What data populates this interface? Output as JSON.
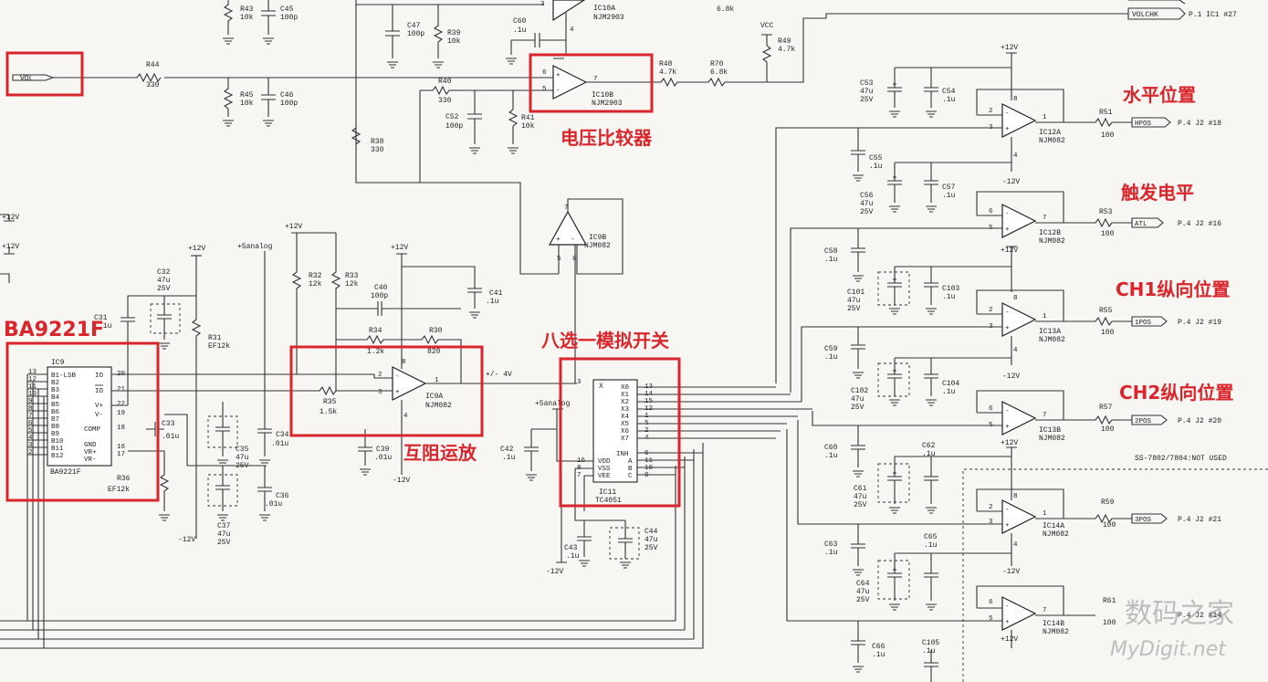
{
  "annotations": {
    "horizontal_position": "水平位置",
    "voltage_comparator": "电压比较器",
    "trigger_level": "触发电平",
    "ch1_vertical": "CH1纵向位置",
    "ch2_vertical": "CH2纵向位置",
    "dac_chip": "BA9221F",
    "transimpedance": "互阻运放",
    "mux": "八选一模拟开关"
  },
  "nets": {
    "vol": "VOL",
    "volchk": "VOLCHK",
    "volchk_ref": "P.1 IC1 #27",
    "hpos": "HPOS",
    "hpos_ref": "P.4 J2 #18",
    "atl": "ATL",
    "atl_ref": "P.4 J2 #16",
    "pos1": "1POS",
    "pos1_ref": "P.4 J2 #19",
    "pos2": "2POS",
    "pos2_ref": "P.4 J2 #20",
    "pos3": "3POS",
    "pos3_ref": "P.4 J2 #21",
    "pos4_ref": "P.4 J2 #14",
    "vcc": "VCC",
    "plus12": "+12V",
    "minus12": "-12V",
    "analog5": "+5analog",
    "pm4v": "+/- 4V"
  },
  "ic": {
    "ic10a": "IC10A",
    "ic10a_type": "NJM2903",
    "ic10b": "IC10B",
    "ic10b_type": "NJM2903",
    "ic9b": "IC9B",
    "ic9b_type": "NJM082",
    "ic9a": "IC9A",
    "ic9a_type": "NJM082",
    "ic9": "IC9",
    "ic9_type": "BA9221F",
    "ic11": "IC11",
    "ic11_type": "TC4051",
    "ic12a": "IC12A",
    "ic12a_type": "NJM082",
    "ic12b": "IC12B",
    "ic12b_type": "NJM082",
    "ic13a": "IC13A",
    "ic13a_type": "NJM082",
    "ic13b": "IC13B",
    "ic13b_type": "NJM082",
    "ic14a": "IC14A",
    "ic14a_type": "NJM082",
    "ic14b": "IC14B",
    "ic14b_type": "NJM082"
  },
  "ic9_pins_left": [
    "B1-LSB",
    "B2",
    "B3",
    "B4",
    "B5",
    "B6",
    "B7",
    "B8",
    "B9",
    "B10",
    "B11",
    "B12"
  ],
  "ic9_pins_right": [
    "IO",
    "IO",
    "V+",
    "V-",
    "COMP",
    "GND",
    "VR+",
    "VR-"
  ],
  "ic11_pins_right": [
    "X0",
    "X1",
    "X2",
    "X3",
    "X4",
    "X5",
    "X6",
    "X7"
  ],
  "ic11_pins_ctrl": [
    "INH",
    "A",
    "B",
    "C"
  ],
  "ic11_pins_power": [
    "VDD",
    "VSS",
    "VEE"
  ],
  "ic11_x": "X",
  "components": {
    "r43": "R43",
    "r43v": "10k",
    "c45a": "C45",
    "c45av": "100p",
    "r44": "R44",
    "r44v": "330",
    "r45": "R45",
    "r45v": "10k",
    "c46": "C46",
    "c46v": "100p",
    "c47": "C47",
    "c47v": "100p",
    "r39": "R39",
    "r39v": "10k",
    "c60": "C60",
    "c60v": ".1u",
    "r40": "R40",
    "r40v": "330",
    "c52": "C52",
    "c52v": "100p",
    "r41": "R41",
    "r41v": "10k",
    "r38": "R38",
    "r38v": "330",
    "r48": "R48",
    "r48v": "4.7k",
    "r70": "R70",
    "r70v": "6.8k",
    "r70top": "6.8k",
    "r49": "R49",
    "r49v": "4.7k",
    "c53": "C53",
    "c53v": "47u",
    "c53v2": "25V",
    "c54": "C54",
    "c54v": ".1u",
    "r51": "R51",
    "r51v": "100",
    "c55": "C55",
    "c55v": ".1u",
    "c56": "C56",
    "c56v": "47u",
    "c56v2": "25V",
    "c57": "C57",
    "c57v": ".1u",
    "r53": "R53",
    "r53v": "100",
    "c58": "C58",
    "c58v": ".1u",
    "c101": "C101",
    "c101v": "47u",
    "c101v2": "25V",
    "c103": "C103",
    "c103v": ".1u",
    "r55": "R55",
    "r55v": "100",
    "c59": "C59",
    "c59v": ".1u",
    "c102": "C102",
    "c102v": "47u",
    "c102v2": "25V",
    "c104": "C104",
    "c104v": ".1u",
    "r57": "R57",
    "r57v": "100",
    "c60b": "C60",
    "c60bv": ".1u",
    "c62": "C62",
    "c62v": ".1u",
    "c61": "C61",
    "c61v": "47u",
    "c61v2": "25V",
    "r59": "R59",
    "r59v": "100",
    "c63": "C63",
    "c63v": ".1u",
    "c65": "C65",
    "c65v": ".1u",
    "c64": "C64",
    "c64v": "47u",
    "c64v2": "25V",
    "r61": "R61",
    "r61v": "100",
    "c66": "C66",
    "c66v": ".1u",
    "c105": "C105",
    "c105v": ".1u",
    "c32": "C32",
    "c32v": "47u",
    "c32v2": "25V",
    "c31": "C31",
    "c31v": ".1u",
    "r31": "R31",
    "r31v": "EF12k",
    "c33": "C33",
    "c33v": ".01u",
    "c35": "C35",
    "c35v": "47u",
    "c35v2": "25V",
    "c34": "C34",
    "c34v": ".01u",
    "r36": "R36",
    "r36v": "EF12k",
    "c37": "C37",
    "c37v": "47u",
    "c37v2": "25V",
    "c36": "C36",
    "c36v": ".01u",
    "r32": "R32",
    "r32v": "12k",
    "r33": "R33",
    "r33v": "12k",
    "c40": "C40",
    "c40v": "100p",
    "r34": "R34",
    "r34v": "1.2k",
    "r30": "R30",
    "r30v": "820",
    "c41": "C41",
    "c41v": ".1u",
    "r35": "R35",
    "r35v": "1.5k",
    "c39": "C39",
    "c39v": ".01u",
    "c42": "C42",
    "c42v": ".1u",
    "c43": "C43",
    "c43v": ".1u",
    "c44": "C44",
    "c44v": "47u",
    "c44v2": "25V"
  },
  "notice": "SS-7802/7804:NOT USED",
  "watermark": {
    "cn": "数码之家",
    "en": "MyDigit.net"
  },
  "colors": {
    "highlight": "#d9262c",
    "ink": "#222222",
    "paper": "#f7f6f2"
  }
}
